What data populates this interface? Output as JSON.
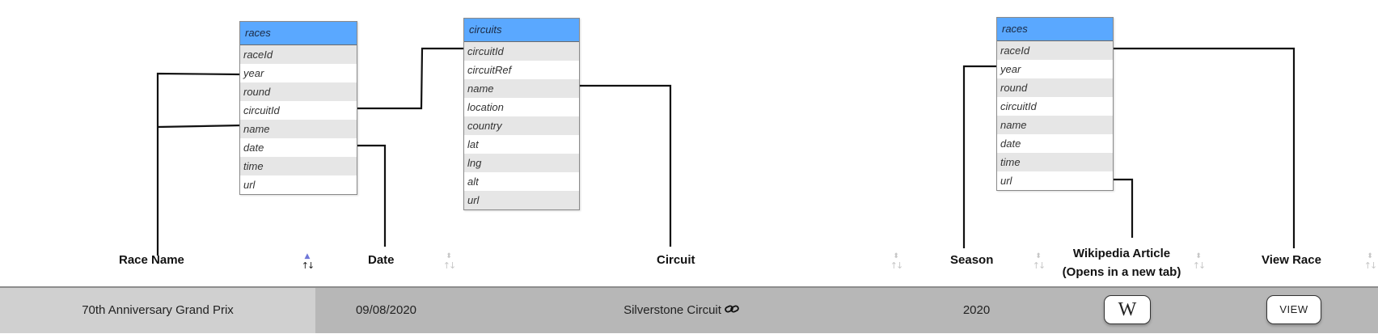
{
  "schema": {
    "races_left": {
      "title": "races",
      "fields": [
        "raceId",
        "year",
        "round",
        "circuitId",
        "name",
        "date",
        "time",
        "url"
      ]
    },
    "circuits": {
      "title": "circuits",
      "fields": [
        "circuitId",
        "circuitRef",
        "name",
        "location",
        "country",
        "lat",
        "lng",
        "alt",
        "url"
      ]
    },
    "races_right": {
      "title": "races",
      "fields": [
        "raceId",
        "year",
        "round",
        "circuitId",
        "name",
        "date",
        "time",
        "url"
      ]
    }
  },
  "headers": {
    "race_name": "Race Name",
    "date": "Date",
    "circuit": "Circuit",
    "season": "Season",
    "wikipedia_line1": "Wikipedia Article",
    "wikipedia_line2": "(Opens in a new tab)",
    "view_race": "View Race"
  },
  "sort": {
    "race_name": "ascending",
    "date": "none",
    "circuit": "none",
    "season": "none",
    "wikipedia": "none",
    "view_race": "none"
  },
  "row": {
    "race_name": "70th Anniversary Grand Prix",
    "date": "09/08/2020",
    "circuit": "Silverstone Circuit",
    "season": "2020",
    "wiki_button": "W",
    "view_button": "VIEW"
  },
  "colors": {
    "table_header": "#5aa8ff",
    "row_band": "#e6e6e6",
    "data_row": "#b7b7b7",
    "first_cell": "#d0d0d0",
    "active_sort": "#6f77d8"
  }
}
